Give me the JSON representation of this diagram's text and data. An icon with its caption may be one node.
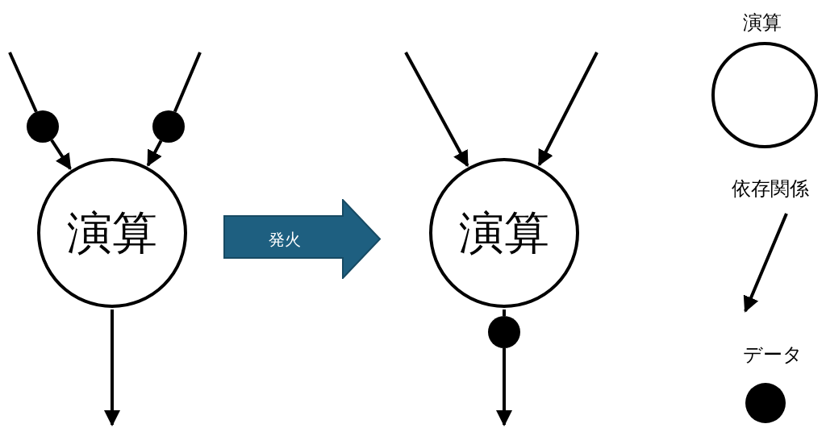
{
  "diagram": {
    "nodes": [
      {
        "text": [],
        "shape": "circle"
      },
      {
        "text": [],
        "shape": "circle"
      },
      {
        "text": [
          "演算"
        ]
      },
      {
        "text": [
          "発火"
        ]
      },
      {
        "text": [
          "演算"
        ]
      },
      {
        "text": [],
        "shape": "circle"
      }
    ],
    "edges": [
      {
        "from": null,
        "to": 0,
        "arrow": "none"
      },
      {
        "from": 0,
        "to": 2,
        "arrow": "to"
      },
      {
        "from": null,
        "to": 1,
        "arrow": "none"
      },
      {
        "from": 1,
        "to": 2,
        "arrow": "to"
      },
      {
        "from": 2,
        "to": null,
        "arrow": "to"
      },
      {
        "from": null,
        "to": 4,
        "arrow": "to"
      },
      {
        "from": null,
        "to": 4,
        "arrow": "to"
      },
      {
        "from": 4,
        "to": 5,
        "arrow": "none"
      },
      {
        "from": 5,
        "to": null,
        "arrow": "to"
      }
    ],
    "legend": [
      {
        "text": "演算"
      },
      {
        "text": "依存関係"
      },
      {
        "text": "データ"
      }
    ]
  }
}
